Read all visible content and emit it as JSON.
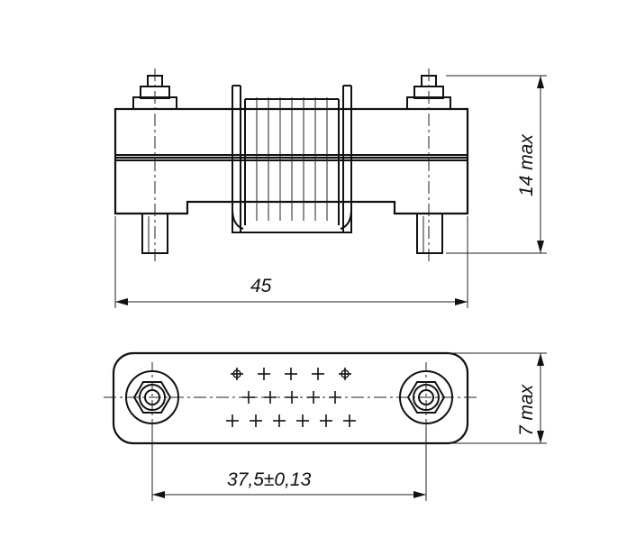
{
  "drawing": {
    "dimensions": {
      "front_width": "45",
      "front_height": "14 max",
      "pin_pitch": "37,5±0,13",
      "bottom_height": "7 max"
    },
    "contacts": {
      "top_row_crosses": 5,
      "middle_row_crosses": 5,
      "bottom_row_crosses": 6
    }
  }
}
